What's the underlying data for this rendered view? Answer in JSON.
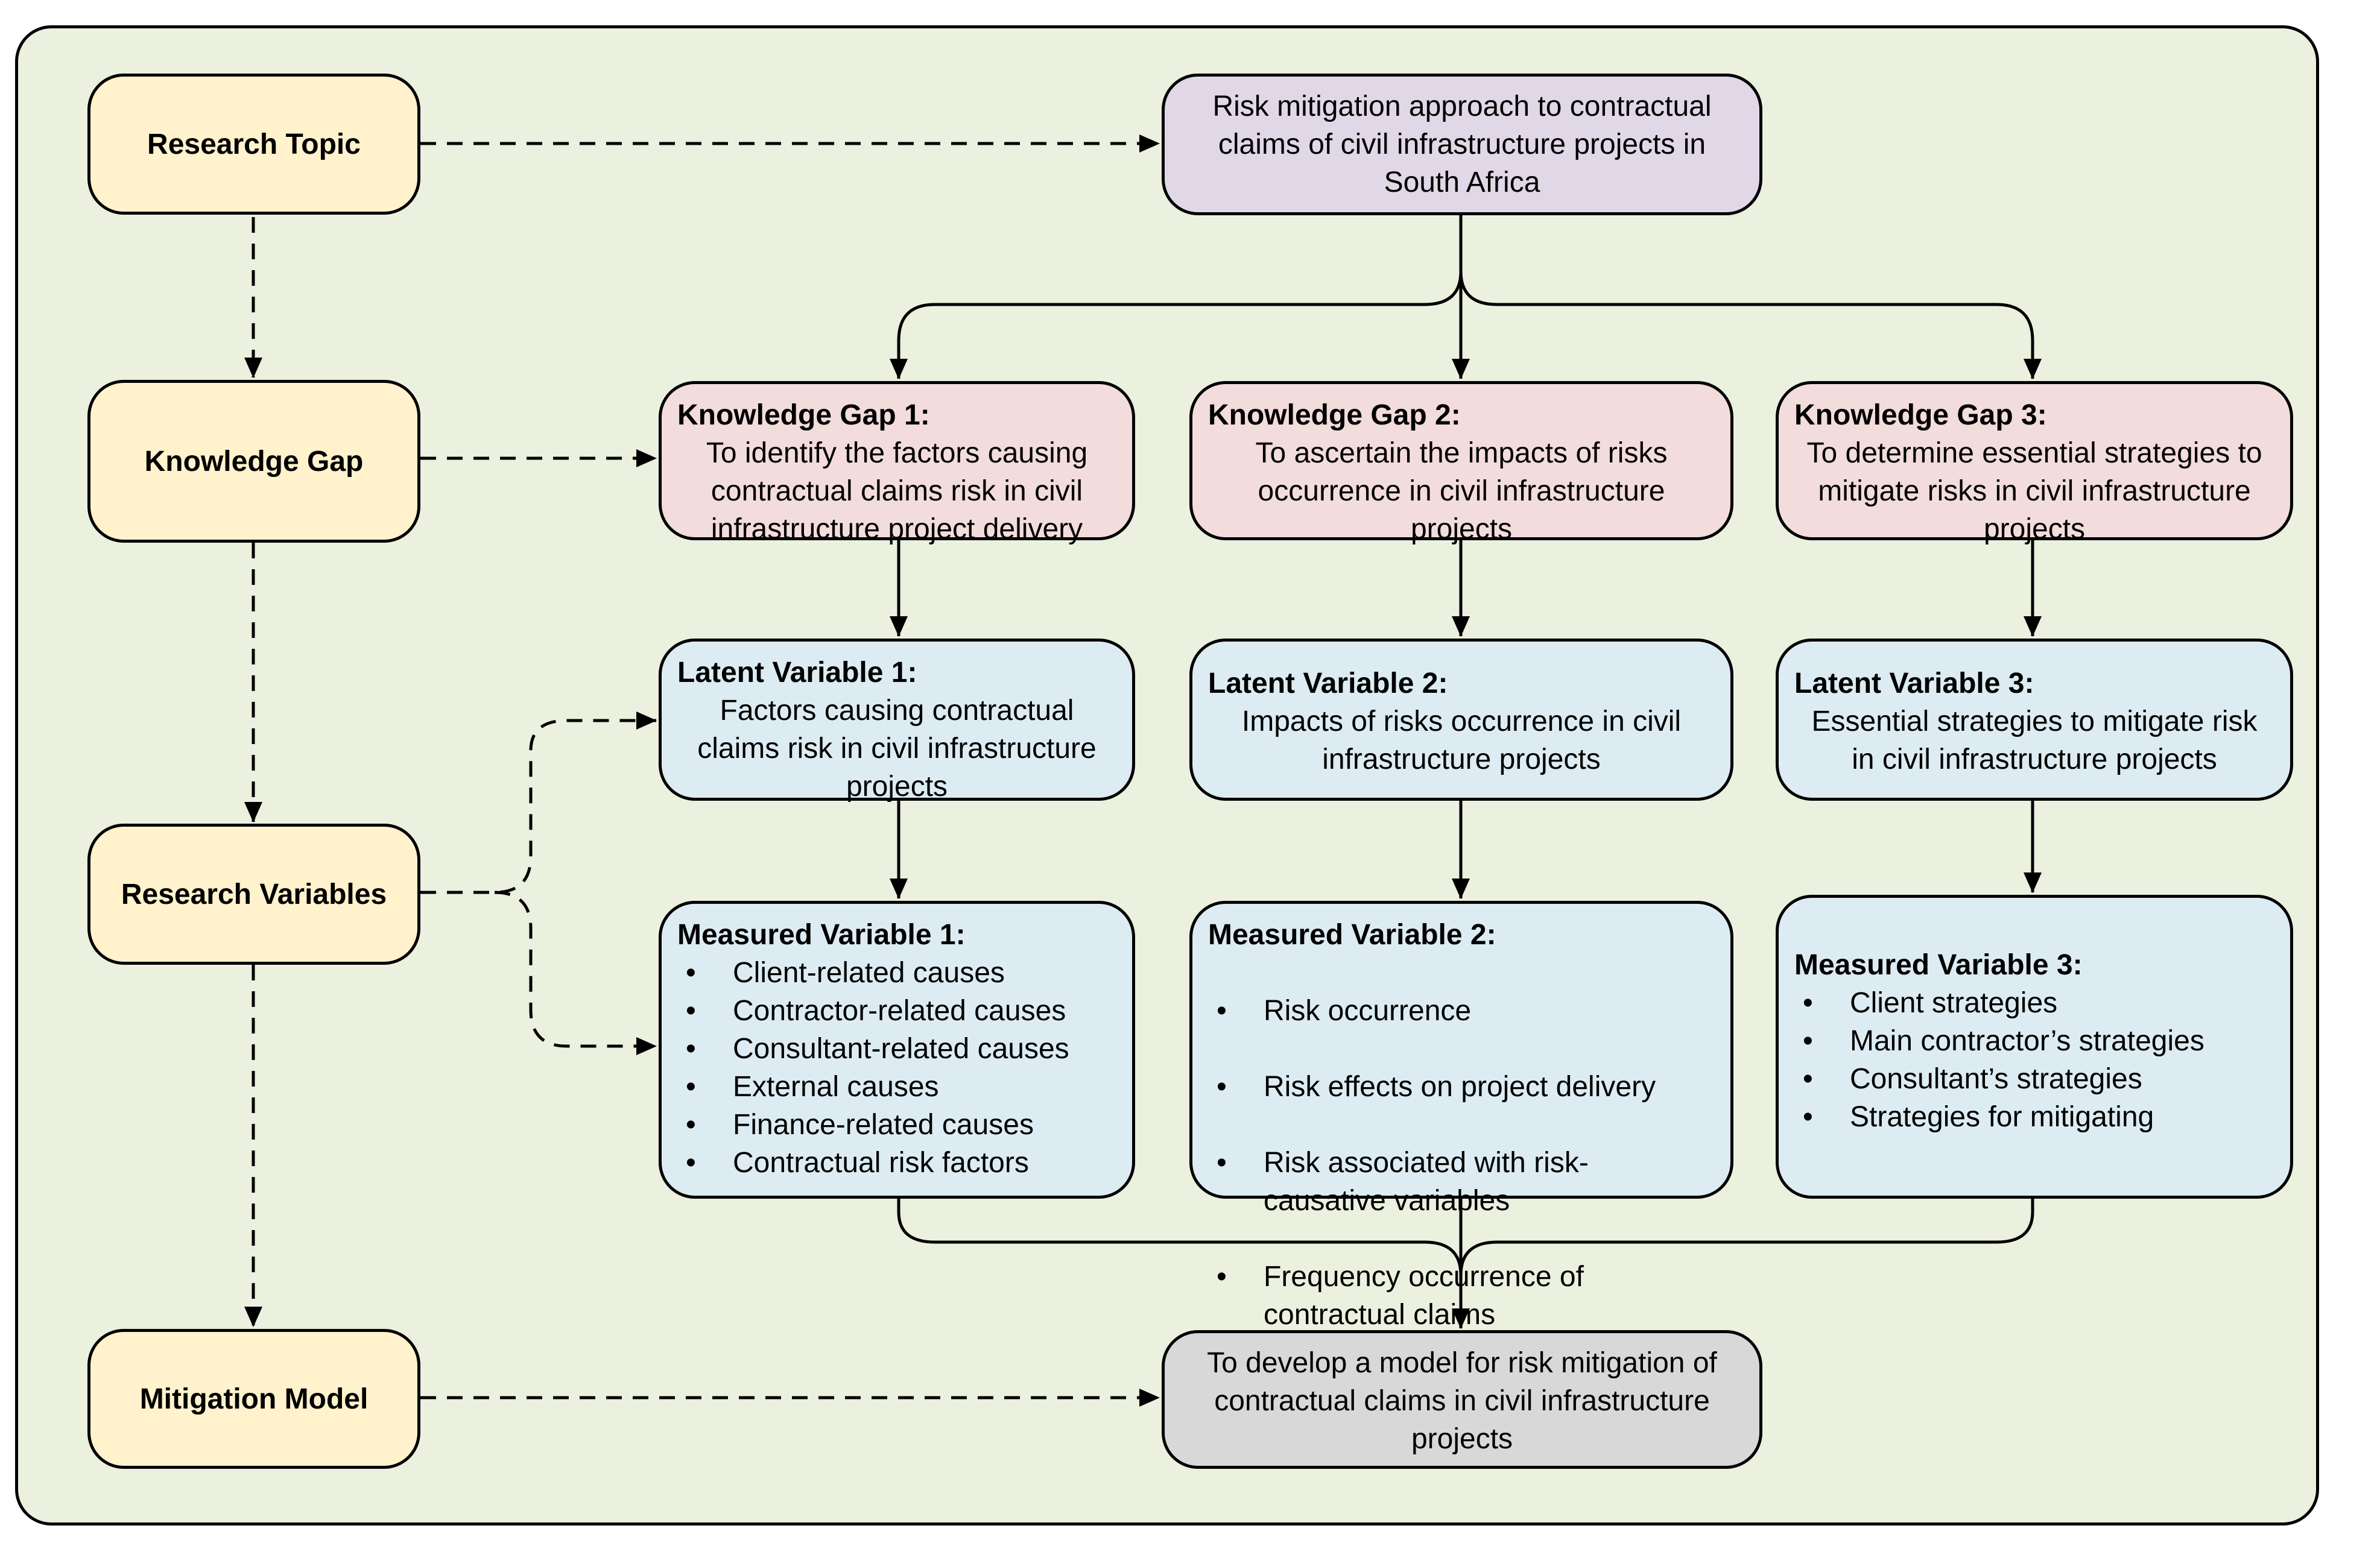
{
  "left_column": {
    "research_topic": "Research Topic",
    "knowledge_gap": "Knowledge Gap",
    "research_variables": "Research Variables",
    "mitigation_model": "Mitigation Model"
  },
  "topic": {
    "line1": "Risk mitigation approach to contractual",
    "line2": "claims of civil infrastructure projects in",
    "line3": "South Africa"
  },
  "gaps": [
    {
      "title": "Knowledge Gap 1:",
      "lines": [
        "To identify the factors causing",
        "contractual claims risk in civil",
        "infrastructure project delivery"
      ]
    },
    {
      "title": "Knowledge Gap 2:",
      "lines": [
        "To ascertain the impacts of risks",
        "occurrence in civil infrastructure",
        "projects"
      ]
    },
    {
      "title": "Knowledge Gap 3:",
      "lines": [
        "To determine essential strategies to",
        "mitigate risks in civil infrastructure",
        "projects"
      ]
    }
  ],
  "latent": [
    {
      "title": "Latent Variable 1:",
      "lines": [
        "Factors causing contractual",
        "claims risk in civil infrastructure",
        "projects"
      ]
    },
    {
      "title": "Latent Variable 2:",
      "lines": [
        "Impacts of risks occurrence in civil",
        "infrastructure projects"
      ]
    },
    {
      "title": "Latent Variable 3:",
      "lines": [
        "Essential strategies to mitigate risk",
        "in civil infrastructure projects"
      ]
    }
  ],
  "measured": [
    {
      "title": "Measured Variable 1:",
      "items": [
        "Client-related causes",
        "Contractor-related causes",
        "Consultant-related causes",
        "External causes",
        "Finance-related causes",
        "Contractual risk factors"
      ]
    },
    {
      "title": "Measured Variable 2:",
      "items": [
        "Risk occurrence",
        "Risk effects on project delivery",
        "Risk associated with risk-\ncausative variables",
        "Frequency occurrence of\ncontractual claims"
      ]
    },
    {
      "title": "Measured Variable 3:",
      "items": [
        "Client strategies",
        "Main contractor’s strategies",
        "Consultant’s strategies",
        "Strategies for mitigating"
      ]
    }
  ],
  "bullet": "•",
  "model": {
    "line1": "To develop a model for risk mitigation of",
    "line2": "contractual claims in civil infrastructure",
    "line3": "projects"
  },
  "colors": {
    "background": "#ebf0df",
    "left_boxes": "#fff2cc",
    "topic_box": "#e0d8e7",
    "gap_boxes": "#f3dcdc",
    "variable_boxes": "#dcecf2",
    "model_box": "#d8d8d8"
  }
}
